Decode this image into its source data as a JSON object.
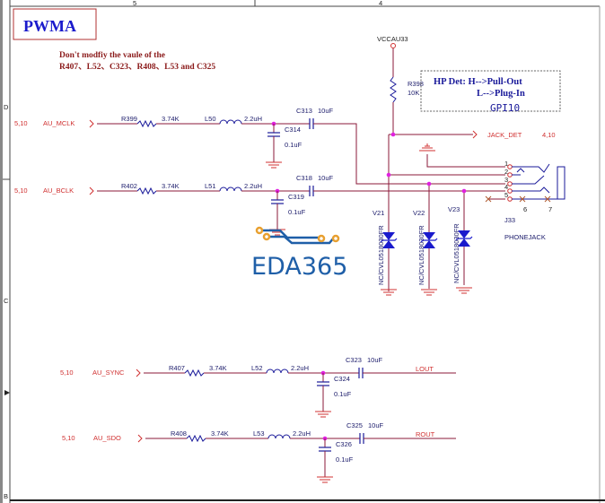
{
  "frame": {
    "column_labels": [
      "5",
      "4"
    ],
    "row_labels": [
      "D",
      "C",
      "B"
    ]
  },
  "title_box": {
    "text": "PWMA"
  },
  "note": {
    "line1": "Don't modfiy the vaule of the",
    "line2": "R407、L52、C323、R408、L53 and C325"
  },
  "power": {
    "net": "VCCAU33",
    "resistor": {
      "ref": "R398",
      "value": "10K"
    }
  },
  "hp_det_box": {
    "line1": "HP Det: H-->Pull-Out",
    "line2": "L-->Plug-In",
    "line3": "GPI10"
  },
  "channels": [
    {
      "sheet_ref": "5,10",
      "net": "AU_MCLK",
      "r_ref": "R399",
      "r_val": "3.74K",
      "l_ref": "L50",
      "l_val": "2.2uH",
      "c_series_ref": "C313",
      "c_series_val": "10uF",
      "c_shunt_ref": "C314",
      "c_shunt_val": "0.1uF",
      "out_net": ""
    },
    {
      "sheet_ref": "5,10",
      "net": "AU_BCLK",
      "r_ref": "R402",
      "r_val": "3.74K",
      "l_ref": "L51",
      "l_val": "2.2uH",
      "c_series_ref": "C318",
      "c_series_val": "10uF",
      "c_shunt_ref": "C319",
      "c_shunt_val": "0.1uF",
      "out_net": ""
    },
    {
      "sheet_ref": "5,10",
      "net": "AU_SYNC",
      "r_ref": "R407",
      "r_val": "3.74K",
      "l_ref": "L52",
      "l_val": "2.2uH",
      "c_series_ref": "C323",
      "c_series_val": "10uF",
      "c_shunt_ref": "C324",
      "c_shunt_val": "0.1uF",
      "out_net": "LOUT"
    },
    {
      "sheet_ref": "5,10",
      "net": "AU_SDO",
      "r_ref": "R408",
      "r_val": "3.74K",
      "l_ref": "L53",
      "l_val": "2.2uH",
      "c_series_ref": "C325",
      "c_series_val": "10uF",
      "c_shunt_ref": "C326",
      "c_shunt_val": "0.1uF",
      "out_net": "ROUT"
    }
  ],
  "jack_det": {
    "net": "JACK_DET",
    "sheet_ref": "4,10"
  },
  "tvs": [
    {
      "ref": "V21",
      "part": "NC/CVL0518030FR"
    },
    {
      "ref": "V22",
      "part": "NC/CVL0518030FR"
    },
    {
      "ref": "V23",
      "part": "NC/CVL0518030FR"
    }
  ],
  "connector": {
    "ref": "J33",
    "type": "PHONEJACK",
    "pins": [
      "1",
      "2",
      "3",
      "4",
      "5",
      "6",
      "7"
    ]
  },
  "watermark": {
    "text": "EDA365"
  },
  "colors": {
    "wire": "#8b1a3a",
    "net_label": "#d03030",
    "component": "#1a1a9a",
    "junction": "#e020e0",
    "title": "#1a1acc",
    "note": "#8b1a1a",
    "watermark_blue": "#1f5fa8",
    "watermark_orange": "#e8a030"
  }
}
